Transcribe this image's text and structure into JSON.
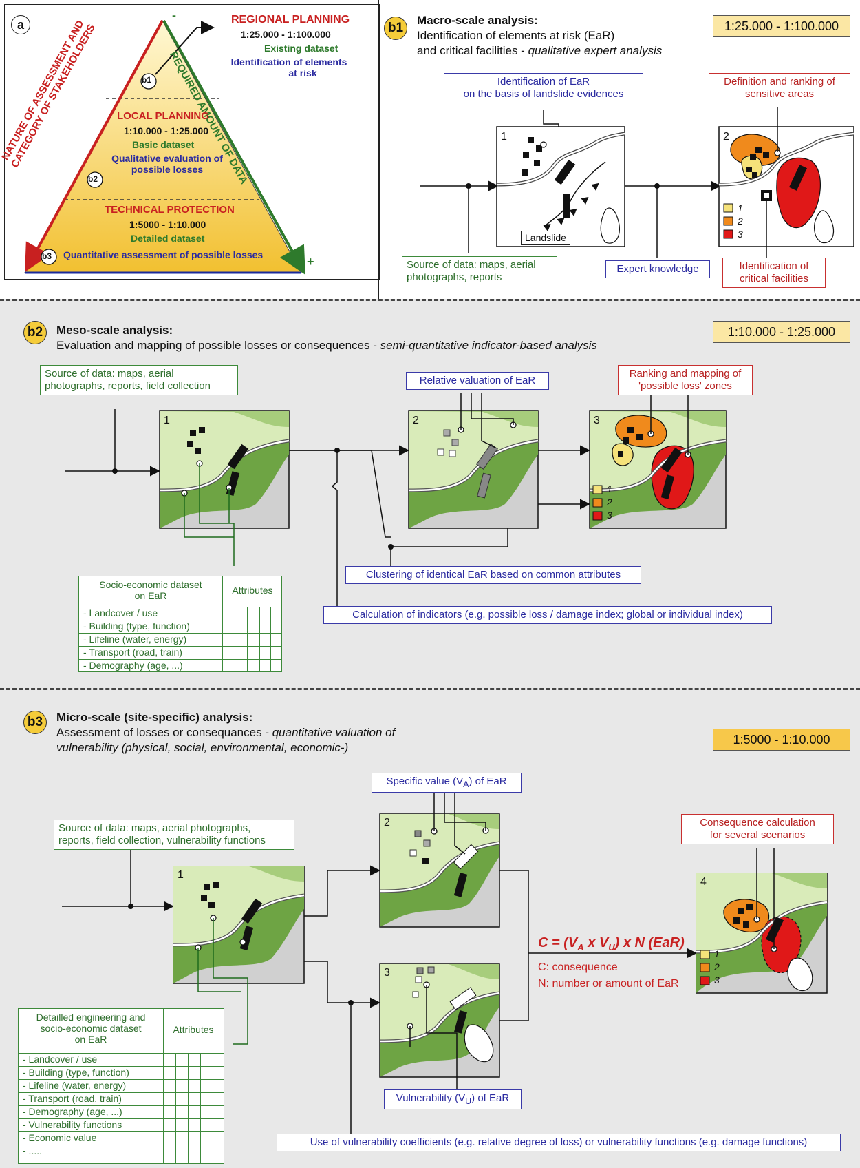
{
  "panel_a": {
    "badge": "a",
    "minus": "-",
    "plus": "+",
    "left_axis": [
      "NATURE OF ASSESSMENT AND",
      "CATEGORY OF STAKEHOLDERS"
    ],
    "right_axis": "REQUIRED AMOUNT OF DATA",
    "regional": {
      "title": "REGIONAL PLANNING",
      "scale": "1:25.000 - 1:100.000",
      "dataset": "Existing dataset",
      "desc1": "Identification of elements",
      "desc2": "at risk"
    },
    "local": {
      "title": "LOCAL PLANNING",
      "scale": "1:10.000 - 1:25.000",
      "dataset": "Basic dataset",
      "desc1": "Qualitative evaluation of",
      "desc2": "possible losses"
    },
    "technical": {
      "title": "TECHNICAL PROTECTION",
      "scale": "1:5000 - 1:10.000",
      "dataset": "Detailed dataset",
      "desc": "Quantitative assessment of possible losses"
    },
    "tags": [
      "b1",
      "b2",
      "b3"
    ]
  },
  "b1": {
    "badge": "b1",
    "title": "Macro-scale analysis:",
    "line1": "Identification of elements at risk (EaR)",
    "line2a": "and critical facilities - ",
    "line2b": "qualitative expert analysis",
    "scale": "1:25.000 - 1:100.000",
    "box_ear": [
      "Identification of EaR",
      "on the basis of landslide evidences"
    ],
    "box_rank": [
      "Definition and ranking of",
      "sensitive areas"
    ],
    "box_source": [
      "Source of data: maps, aerial",
      "photographs, reports"
    ],
    "box_expert": "Expert knowledge",
    "box_critical": [
      "Identification of",
      "critical facilities"
    ],
    "map1_num": "1",
    "map2_num": "2",
    "landslide": "Landslide",
    "legend": [
      "1",
      "2",
      "3"
    ]
  },
  "b2": {
    "badge": "b2",
    "title": "Meso-scale analysis:",
    "line1a": "Evaluation and mapping of possible losses or consequences - ",
    "line1b": "semi-quantitative indicator-based analysis",
    "scale": "1:10.000 - 1:25.000",
    "box_source": [
      "Source of data: maps, aerial",
      "photographs, reports, field collection"
    ],
    "box_relative": "Relative valuation of EaR",
    "box_rank": [
      "Ranking and mapping of",
      "'possible loss' zones"
    ],
    "box_cluster": "Clustering of identical EaR based on common attributes",
    "box_indicators": "Calculation of indicators (e.g. possible loss / damage index; global or individual index)",
    "table_head": [
      "Socio-economic dataset",
      "on EaR"
    ],
    "table_attr": "Attributes",
    "table_rows": [
      "- Landcover / use",
      "- Building (type, function)",
      "- Lifeline (water, energy)",
      "- Transport (road, train)",
      "- Demography (age, ...)"
    ],
    "map_nums": [
      "1",
      "2",
      "3"
    ],
    "legend": [
      "1",
      "2",
      "3"
    ]
  },
  "b3": {
    "badge": "b3",
    "title": "Micro-scale (site-specific) analysis:",
    "line1a": "Assessment of losses or consequances - ",
    "line1b": "quantitative valuation of",
    "line2": "vulnerability (physical, social, environmental, economic-)",
    "scale": "1:5000 - 1:10.000",
    "box_source": [
      "Source of data: maps, aerial photographs,",
      "reports, field collection, vulnerability functions"
    ],
    "box_specific": "Specific value (V",
    "box_specific_sub": "A",
    "box_specific_end": ") of EaR",
    "box_vuln": "Vulnerability (V",
    "box_vuln_sub": "U",
    "box_vuln_end": ") of EaR",
    "box_conseq": [
      "Consequence calculation",
      "for several scenarios"
    ],
    "box_use": "Use of vulnerability coefficients (e.g. relative degree of loss) or vulnerability functions (e.g. damage functions)",
    "formula": "C = (V",
    "formula_a": "A",
    "formula_x": " x V",
    "formula_u": "U",
    "formula_end": ") x N (EaR)",
    "def1": "C: consequence",
    "def2": "N: number or amount of EaR",
    "table_head": [
      "Detailled engineering and",
      "socio-economic dataset",
      "on EaR"
    ],
    "table_attr": "Attributes",
    "table_rows": [
      "- Landcover / use",
      "- Building (type, function)",
      "- Lifeline (water, energy)",
      "- Transport (road, train)",
      "- Demography (age, ...)",
      "- Vulnerability functions",
      "- Economic value",
      "- ....."
    ],
    "map_nums": [
      "1",
      "2",
      "3",
      "4"
    ],
    "legend": [
      "1",
      "2",
      "3"
    ]
  },
  "colors": {
    "yellow": "#f5e27a",
    "orange": "#f08a1c",
    "red": "#e01818",
    "green_light": "#d9ebb9",
    "green_mid": "#a7cd7c",
    "green_dark": "#6ea444",
    "grey": "#d0d0d0"
  }
}
